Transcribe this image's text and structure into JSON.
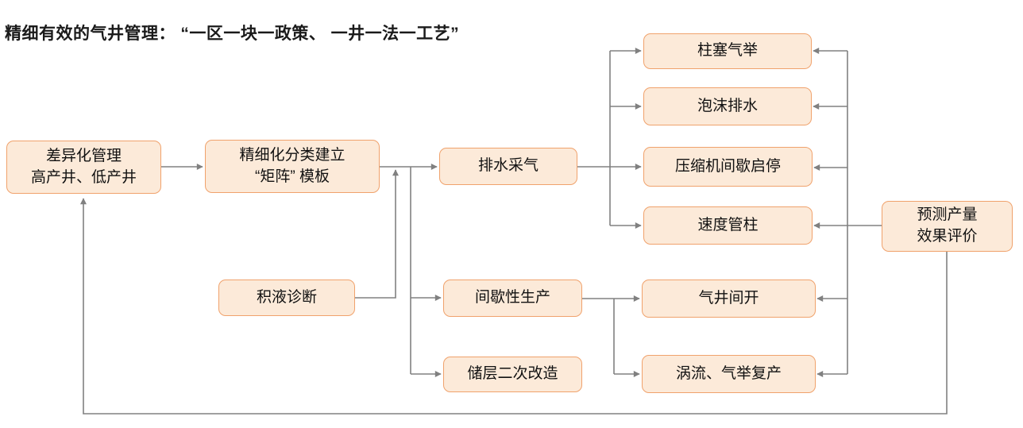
{
  "title": {
    "text": "精细有效的气井管理： “一区一块一政策、 一井一法一工艺”"
  },
  "colors": {
    "node_fill": "#fcead9",
    "node_border": "#f0a26c",
    "connector": "#808080",
    "title_text": "#1a1a1a"
  },
  "nodes": {
    "differential_management": {
      "line1": "差异化管理",
      "line2": "高产井、低产井"
    },
    "matrix_template": {
      "line1": "精细化分类建立",
      "line2": "“矩阵” 模板"
    },
    "drainage_gas_recovery": {
      "label": "排水采气"
    },
    "liquid_loading_diagnosis": {
      "label": "积液诊断"
    },
    "intermittent_production": {
      "label": "间歇性生产"
    },
    "reservoir_restimulation": {
      "label": "储层二次改造"
    },
    "plunger_gas_lift": {
      "label": "柱塞气举"
    },
    "foam_drainage": {
      "label": "泡沫排水"
    },
    "compressor_intermittent_startstop": {
      "label": "压缩机间歇启停"
    },
    "velocity_string": {
      "label": "速度管柱"
    },
    "gas_well_intermittent_opening": {
      "label": "气井间开"
    },
    "vortex_gas_lift_restart": {
      "label": "涡流、气举复产"
    },
    "forecast_evaluation": {
      "line1": "预测产量",
      "line2": "效果评价"
    }
  },
  "edges": [
    [
      "differential_management",
      "matrix_template"
    ],
    [
      "matrix_template",
      "drainage_gas_recovery"
    ],
    [
      "liquid_loading_diagnosis",
      "matrix_template_output_line"
    ],
    [
      "matrix_template",
      "intermittent_production"
    ],
    [
      "matrix_template",
      "reservoir_restimulation"
    ],
    [
      "drainage_gas_recovery",
      "plunger_gas_lift"
    ],
    [
      "drainage_gas_recovery",
      "foam_drainage"
    ],
    [
      "drainage_gas_recovery",
      "compressor_intermittent_startstop"
    ],
    [
      "drainage_gas_recovery",
      "velocity_string"
    ],
    [
      "intermittent_production",
      "gas_well_intermittent_opening"
    ],
    [
      "intermittent_production",
      "vortex_gas_lift_restart"
    ],
    [
      "forecast_evaluation",
      "plunger_gas_lift"
    ],
    [
      "forecast_evaluation",
      "foam_drainage"
    ],
    [
      "forecast_evaluation",
      "compressor_intermittent_startstop"
    ],
    [
      "forecast_evaluation",
      "velocity_string"
    ],
    [
      "forecast_evaluation",
      "gas_well_intermittent_opening"
    ],
    [
      "forecast_evaluation",
      "vortex_gas_lift_restart"
    ],
    [
      "forecast_evaluation",
      "differential_management"
    ]
  ]
}
